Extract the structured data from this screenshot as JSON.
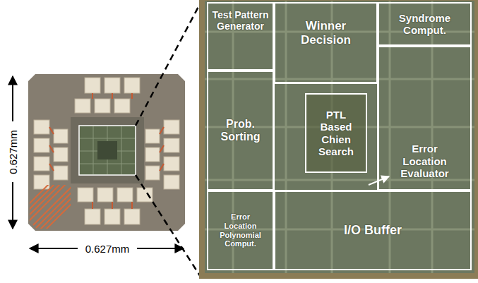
{
  "diagram": {
    "nodes": [
      {
        "text": [
          "Test Pattern Generator"
        ]
      },
      {
        "text": [
          "Winner Decision"
        ]
      },
      {
        "text": [
          "Syndrome Comput."
        ]
      },
      {
        "text": [
          "Prob. Sorting"
        ]
      },
      {
        "text": [
          "PTL Based Chien Search"
        ]
      },
      {
        "text": [
          "Error Location Evaluator"
        ]
      },
      {
        "text": [
          "Error Location Polynomial Comput."
        ]
      },
      {
        "text": [
          "I/O Buffer"
        ]
      }
    ],
    "labels": [
      "0.627mm",
      "0.627mm"
    ]
  }
}
